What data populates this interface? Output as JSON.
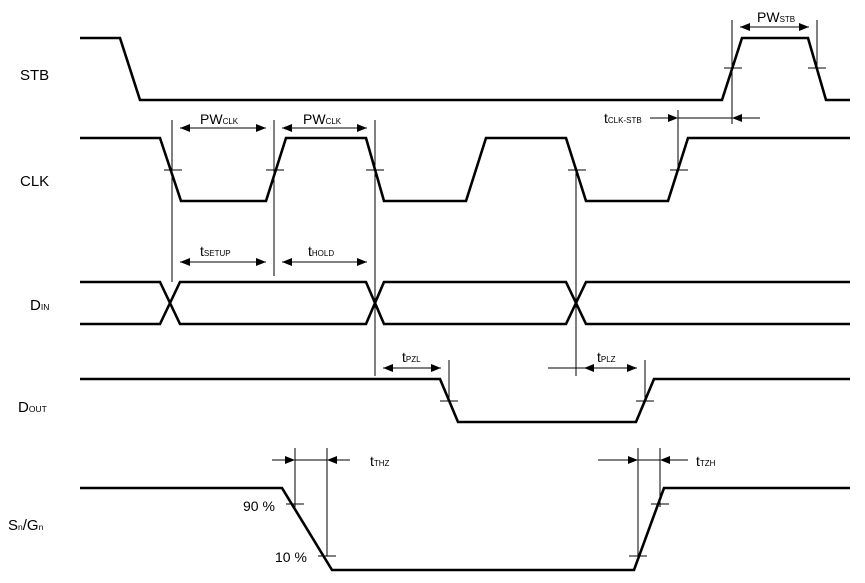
{
  "signals": {
    "stb": {
      "main": "STB",
      "sub": ""
    },
    "clk": {
      "main": "CLK",
      "sub": ""
    },
    "din": {
      "main": "D",
      "sub": "IN"
    },
    "dout": {
      "main": "D",
      "sub": "OUT"
    },
    "sngn": {
      "main": "S",
      "sub": "n",
      "main2": "/G",
      "sub2": "n"
    }
  },
  "timing": {
    "pw_clk": {
      "main": "PW",
      "sub": "CLK"
    },
    "pw_stb": {
      "main": "PW",
      "sub": "STB"
    },
    "t_clk_stb": {
      "main": "t",
      "sub": "CLK-STB"
    },
    "t_setup": {
      "main": "t",
      "sub": "SETUP"
    },
    "t_hold": {
      "main": "t",
      "sub": "HOLD"
    },
    "t_pzl": {
      "main": "t",
      "sub": "PZL"
    },
    "t_plz": {
      "main": "t",
      "sub": "PLZ"
    },
    "t_thz": {
      "main": "t",
      "sub": "THZ"
    },
    "t_tzh": {
      "main": "t",
      "sub": "TZH"
    }
  },
  "levels": {
    "high": "90 %",
    "low": "10 %"
  }
}
